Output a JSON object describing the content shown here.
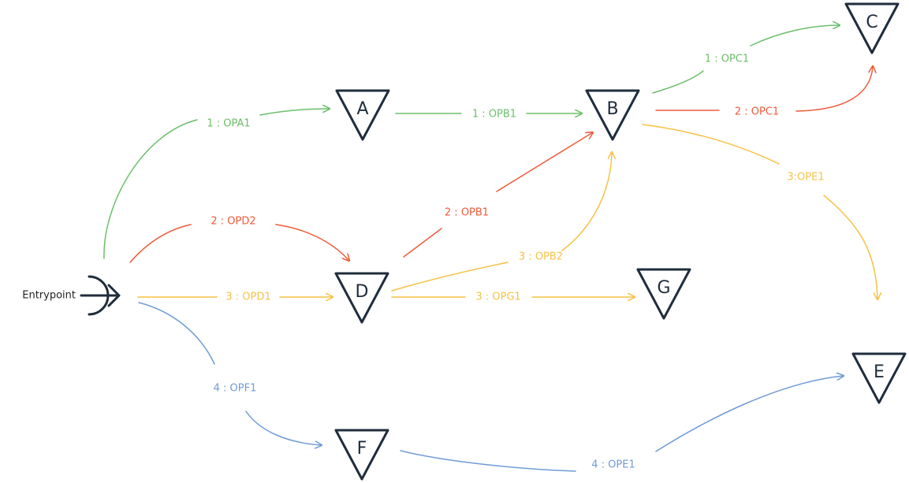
{
  "colors": {
    "green": "#6bbf6b",
    "red": "#ee5a3a",
    "yellow": "#f7c245",
    "blue": "#6f9bd6",
    "node_stroke": "#1f2d3d"
  },
  "entrypoint": {
    "label": "Entrypoint",
    "icon": "entry-arrow-icon"
  },
  "nodes": {
    "A": "A",
    "B": "B",
    "C": "C",
    "D": "D",
    "E": "E",
    "F": "F",
    "G": "G"
  },
  "edges": [
    {
      "id": "entry-a",
      "label": "1 : OPA1",
      "color": "green"
    },
    {
      "id": "a-b",
      "label": "1 : OPB1",
      "color": "green"
    },
    {
      "id": "b-c-1",
      "label": "1 : OPC1",
      "color": "green"
    },
    {
      "id": "b-c-2",
      "label": "2 : OPC1",
      "color": "red"
    },
    {
      "id": "entry-d-2",
      "label": "2 : OPD2",
      "color": "red"
    },
    {
      "id": "d-b-2",
      "label": "2 : OPB1",
      "color": "red"
    },
    {
      "id": "d-b-3",
      "label": "3 : OPB2",
      "color": "yellow"
    },
    {
      "id": "b-e",
      "label": "3:OPE1",
      "color": "yellow"
    },
    {
      "id": "entry-d-3",
      "label": "3 : OPD1",
      "color": "yellow"
    },
    {
      "id": "d-g",
      "label": "3 : OPG1",
      "color": "yellow"
    },
    {
      "id": "entry-f",
      "label": "4 : OPF1",
      "color": "blue"
    },
    {
      "id": "f-e",
      "label": "4 : OPE1",
      "color": "blue"
    }
  ]
}
